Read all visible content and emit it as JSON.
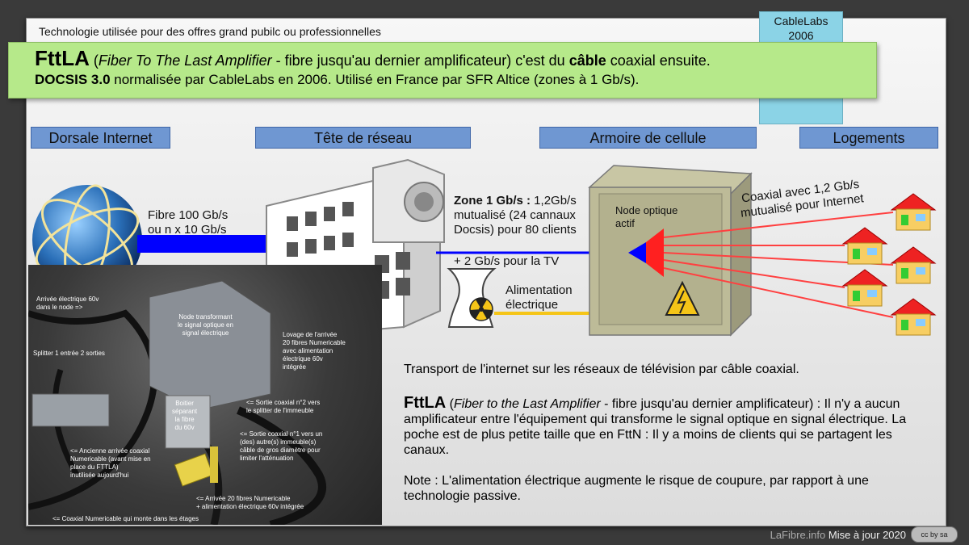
{
  "top_note": "Technologie utilisée pour des offres grand pubilc ou professionnelles",
  "cablelabs_box": {
    "line1": "CableLabs",
    "line2": "2006"
  },
  "banner": {
    "title": "FttLA",
    "paren_open": "(",
    "italic": "Fiber To The Last Amplifier",
    "rest1": " - fibre jusqu'au dernier amplificateur) c'est du ",
    "bold_word": "câble",
    "rest2": " coaxial ensuite.",
    "docsis": "DOCSIS 3.0",
    "line2": " normalisée par CableLabs en 2006. Utilisé en France par SFR Altice (zones à 1 Gb/s)."
  },
  "headers": [
    "Dorsale Internet",
    "Tête de réseau",
    "Armoire de cellule",
    "Logements"
  ],
  "diagram": {
    "fibre_label_1": "Fibre 100 Gb/s",
    "fibre_label_2": "ou n x 10 Gb/s",
    "zone_bold": "Zone 1 Gb/s :",
    "zone_l1": " 1,2Gb/s",
    "zone_l2": "mutualisé (24 cannaux",
    "zone_l3": "Docsis) pour 80 clients",
    "tv_label": "+ 2 Gb/s pour la TV",
    "power_l1": "Alimentation",
    "power_l2": "électrique",
    "node_l1": "Node optique",
    "node_l2": "actif",
    "coax_l1": "Coaxial avec 1,2 Gb/s",
    "coax_l2": "mutualisé pour Internet"
  },
  "photo_annotations": [
    "Arrivée électrique 60v",
    "dans le node =>",
    "Node transformant",
    "le signal optique en",
    "signal électrique",
    "Splitter 1 entrée 2 sorties",
    "Lovage de l'arrivée",
    "20 fibres Numericable",
    "avec alimentation",
    "électrique 60v",
    "intégrée",
    "Boitier",
    "séparant",
    "la fibre",
    "du 60v",
    "<= Sortie coaxial n°2 vers",
    "le splitter de l'immeuble",
    "<= Sortie coaxial n°1 vers un",
    "(des) autre(s) immeuble(s)",
    "câble de gros diamètre pour",
    "limiter l'atténuation",
    "<= Ancienne arrivée coaxial",
    "Numericable (avant mise en",
    "place du FTTLA)",
    "inutilisée aujourd'hui",
    "<= Arrivée 20 fibres Numericable",
    "+ alimentation électrique 60v intégrée",
    "<= Coaxial Numericable qui monte dans les étages"
  ],
  "body_text": {
    "transport": "Transport de l'internet sur les réseaux de télévision par câble coaxial.",
    "fttla_title": "FttLA",
    "fttla_paren": " (",
    "fttla_italic": "Fiber to the Last Amplifier",
    "fttla_rest": " - fibre jusqu'au dernier amplificateur) : Il n'y a aucun amplificateur entre l'équipement qui transforme le signal optique en signal électrique. La poche est de plus petite taille que en FttN : Il y a moins de clients qui se partagent les canaux.",
    "note": "Note : L'alimentation électrique augmente le risque de coupure, par rapport à une technologie passive."
  },
  "footer": {
    "site": "LaFibre.info",
    "update": "Mise à jour 2020",
    "license": "cc by sa"
  },
  "colors": {
    "fibre": "#0000ff",
    "coax": "#ff3030",
    "power": "#f5c518",
    "header_bg": "#6f97d2",
    "banner_bg": "#b6e98a"
  }
}
